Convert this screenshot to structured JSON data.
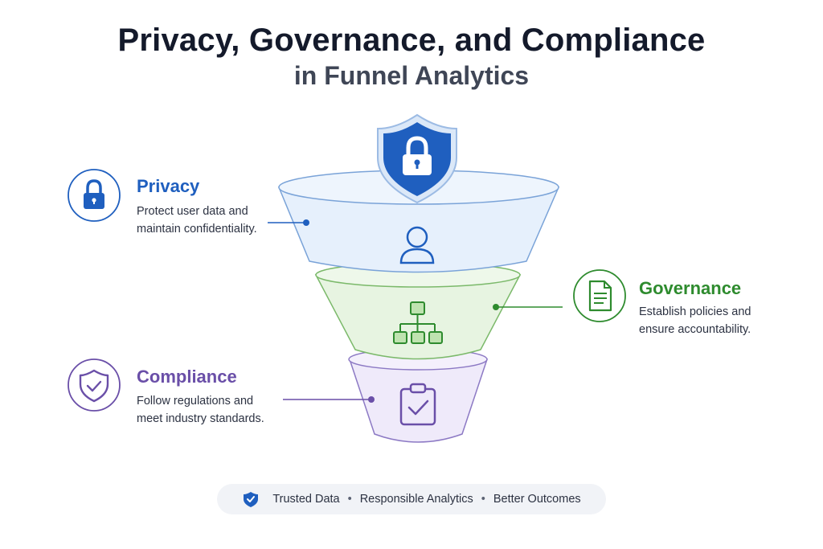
{
  "header": {
    "title": "Privacy, Governance, and Compliance",
    "subtitle": "in Funnel Analytics"
  },
  "sections": {
    "privacy": {
      "label": "Privacy",
      "desc": "Protect user data and maintain confidentiality.",
      "icon": "lock-icon",
      "color": "#1f5fbf"
    },
    "governance": {
      "label": "Governance",
      "desc": "Establish policies and ensure accountability.",
      "icon": "document-icon",
      "color": "#2e8b2e"
    },
    "compliance": {
      "label": "Compliance",
      "desc": "Follow regulations and meet industry standards.",
      "icon": "shield-check-icon",
      "color": "#6a4fa8"
    }
  },
  "footer": {
    "items": [
      "Trusted Data",
      "Responsible Analytics",
      "Better Outcomes"
    ],
    "separator": "•"
  },
  "colors": {
    "privacy_fill": "#e6f0fc",
    "governance_fill": "#e7f4e1",
    "compliance_fill": "#efeafa",
    "shield_blue": "#1f5fbf"
  }
}
